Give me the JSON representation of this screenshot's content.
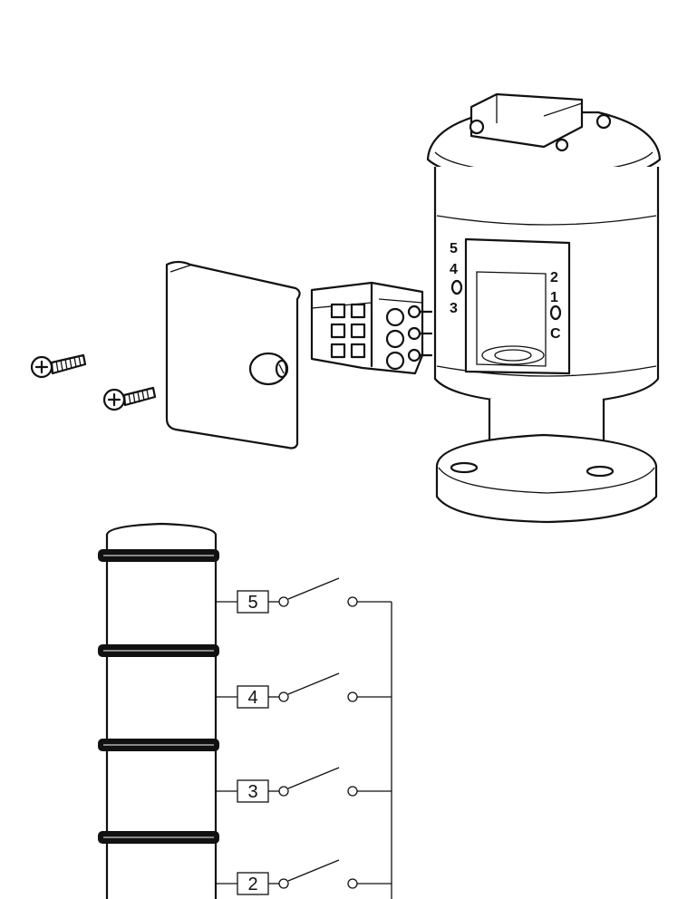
{
  "base_terminal_labels_left": [
    "5",
    "4",
    "3"
  ],
  "base_terminal_labels_right": [
    "2",
    "1",
    "C"
  ],
  "switch_contacts": [
    {
      "label": "5"
    },
    {
      "label": "4"
    },
    {
      "label": "3"
    },
    {
      "label": "2"
    }
  ],
  "colors": {
    "ink": "#111111",
    "paper": "#ffffff"
  }
}
